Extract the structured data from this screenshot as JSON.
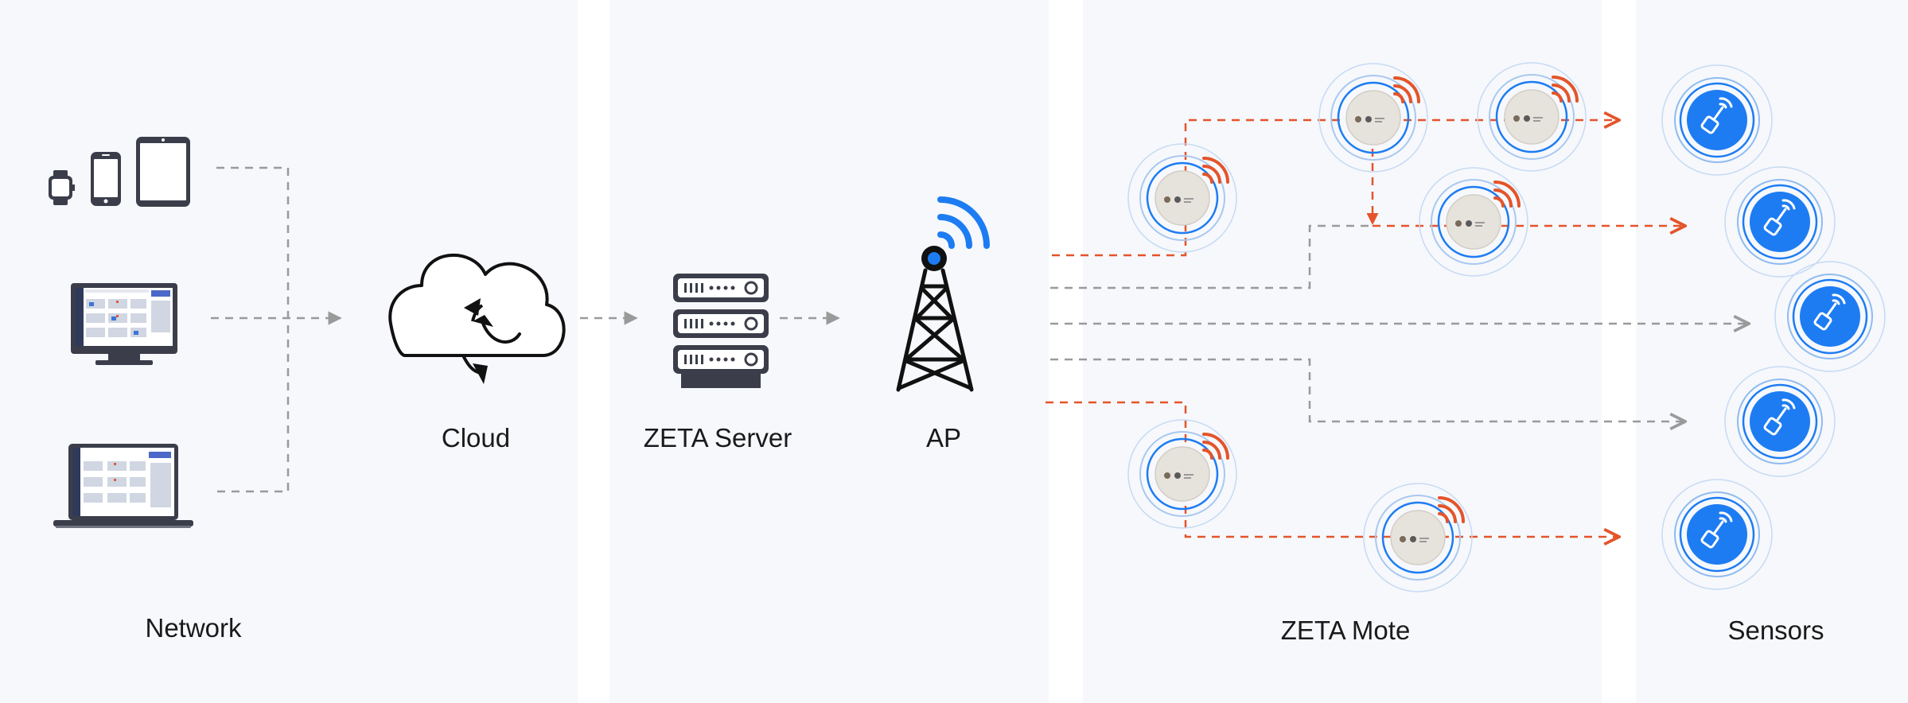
{
  "labels": {
    "network": "Network",
    "cloud": "Cloud",
    "server": "ZETA Server",
    "ap": "AP",
    "mote": "ZETA Mote",
    "sensors": "Sensors"
  },
  "colors": {
    "panel": "#f6f8fc",
    "gray_line": "#9a9a9a",
    "orange_line": "#e4542a",
    "dark_icon": "#3b3e4a",
    "blue": "#1d7cf2",
    "mote_body": "#e6e2dc"
  },
  "icons": [
    "watch-icon",
    "phone-icon",
    "tablet-icon",
    "monitor-icon",
    "laptop-icon",
    "cloud-sync-icon",
    "server-icon",
    "antenna-tower-icon",
    "mote-icon",
    "sensor-icon"
  ]
}
